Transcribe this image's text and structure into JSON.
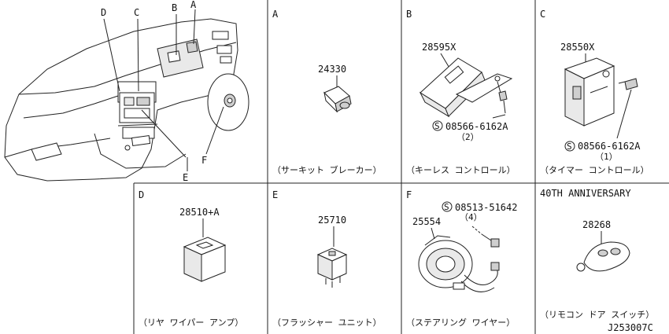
{
  "panels": {
    "a": {
      "letter": "A",
      "part": "24330",
      "caption": "（サーキット ブレーカー）"
    },
    "b": {
      "letter": "B",
      "part": "28595X",
      "screw_mark": "S",
      "screw": "08566-6162A",
      "qty": "（2）",
      "caption": "（キーレス コントロール）"
    },
    "c": {
      "letter": "C",
      "part": "28550X",
      "screw_mark": "S",
      "screw": "08566-6162A",
      "qty": "（1）",
      "caption": "（タイマー コントロール）"
    },
    "d": {
      "letter": "D",
      "part": "28510+A",
      "caption": "（リヤ ワイパー アンプ）"
    },
    "e": {
      "letter": "E",
      "part": "25710",
      "caption": "（フラッシャー ユニット）"
    },
    "f": {
      "letter": "F",
      "part": "25554",
      "screw_mark": "S",
      "screw": "08513-51642",
      "qty": "（4）",
      "caption": "（ステアリング ワイヤー）"
    },
    "anniv": {
      "title": "40TH ANNIVERSARY",
      "part": "28268",
      "caption": "（リモコン ドア スイッチ）"
    }
  },
  "overview": {
    "labels": [
      "D",
      "C",
      "B",
      "A",
      "E",
      "F"
    ]
  },
  "drawing_code": "J253007C"
}
